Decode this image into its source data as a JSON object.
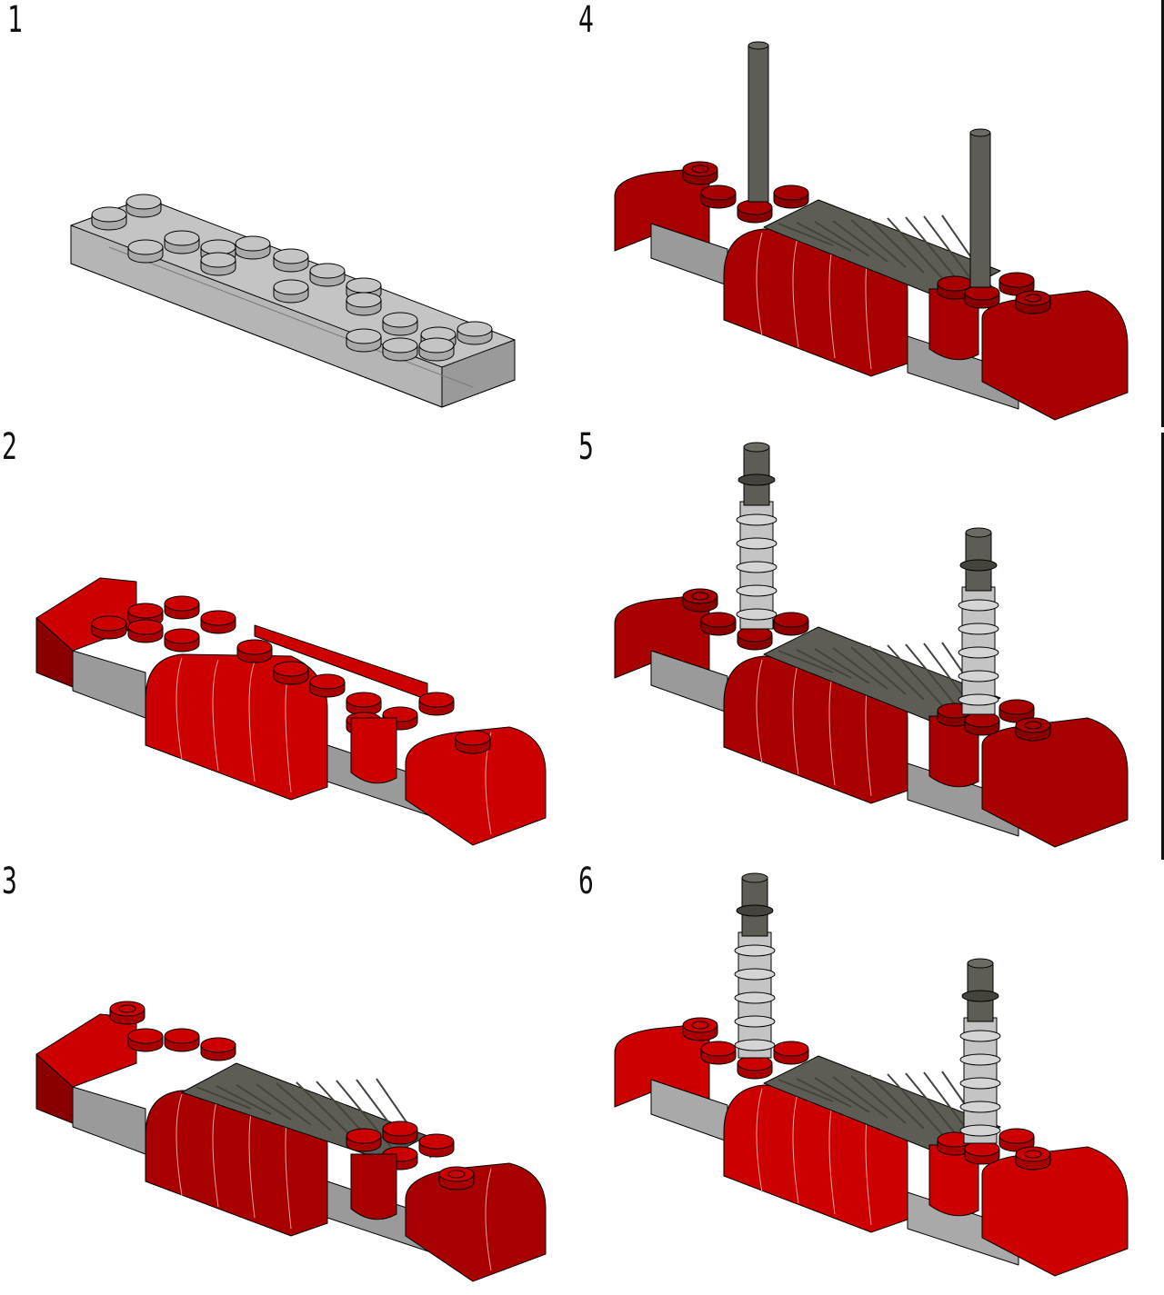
{
  "steps": [
    {
      "number": "1",
      "parts": "gray-base-plate"
    },
    {
      "number": "2",
      "parts": "red-curved-slopes-added"
    },
    {
      "number": "3",
      "parts": "dark-grille-tile-added"
    },
    {
      "number": "4",
      "parts": "dark-gray-bars-added"
    },
    {
      "number": "5",
      "parts": "light-gray-axle-connectors-added"
    },
    {
      "number": "6",
      "parts": "final-assembly"
    }
  ],
  "colors": {
    "red": "#cc0000",
    "red_dark": "#8a0000",
    "red_mid": "#a80000",
    "gray_light": "#c4c4c4",
    "gray_mid": "#9a9a9a",
    "gray_dark": "#5d5d55",
    "gray_darker": "#44443d"
  }
}
